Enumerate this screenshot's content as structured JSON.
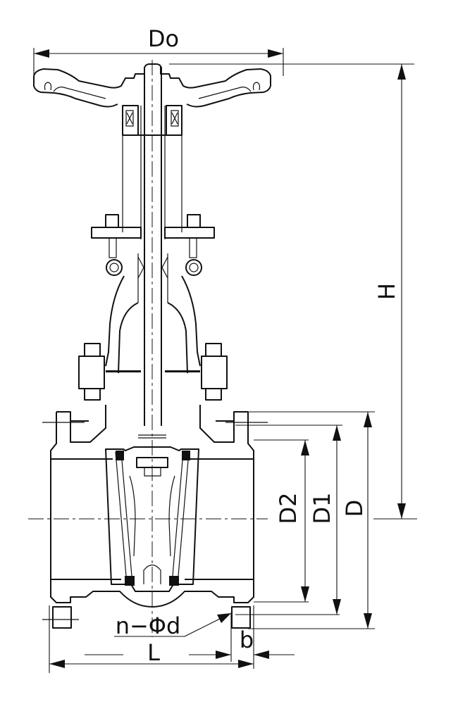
{
  "drawing": {
    "subject": "Flanged gate valve, rising stem, handwheel operated",
    "view": "front sectional elevation",
    "background": "#ffffff",
    "line_color": "#111111"
  },
  "dimensions": {
    "Do": {
      "label": "Do",
      "meaning": "handwheel diameter"
    },
    "H": {
      "label": "H",
      "meaning": "height from pipe centerline to stem top"
    },
    "D": {
      "label": "D",
      "meaning": "flange outside diameter"
    },
    "D1": {
      "label": "D1",
      "meaning": "bolt circle diameter"
    },
    "D2": {
      "label": "D2",
      "meaning": "raised face diameter"
    },
    "L": {
      "label": "L",
      "meaning": "face-to-face length"
    },
    "b": {
      "label": "b",
      "meaning": "flange thickness"
    },
    "nd": {
      "label": "n−Φd",
      "meaning": "number and diameter of bolt holes"
    }
  }
}
